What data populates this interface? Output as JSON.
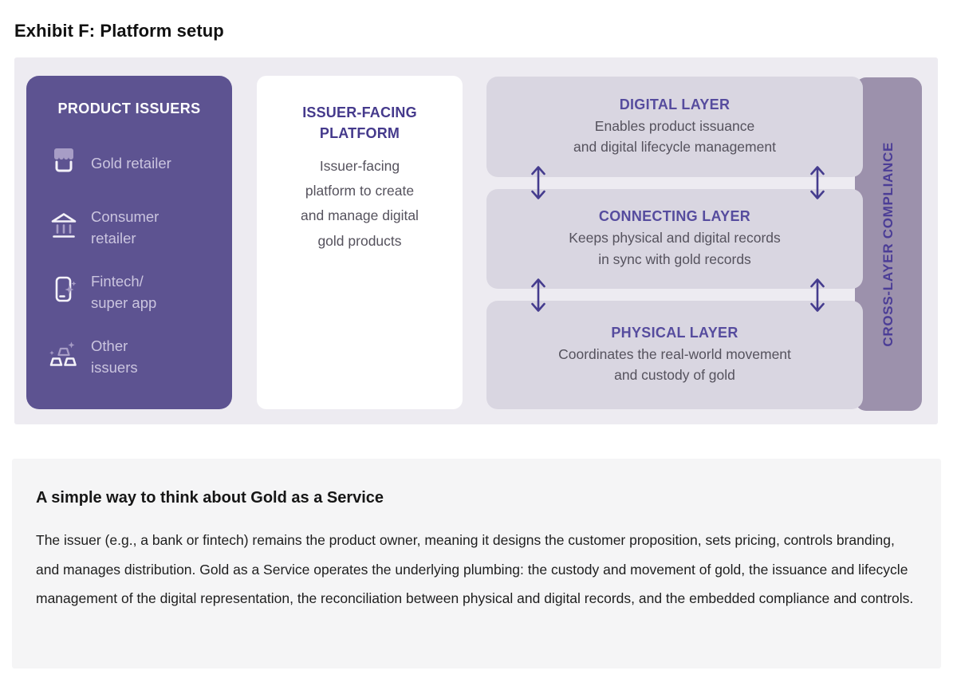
{
  "page": {
    "title": "Exhibit F: Platform setup"
  },
  "diagram": {
    "issuers": {
      "heading": "PRODUCT ISSUERS",
      "items": [
        {
          "icon": "storefront-icon",
          "label": "Gold retailer"
        },
        {
          "icon": "bank-icon",
          "label": "Consumer\nretailer"
        },
        {
          "icon": "phone-sparkle-icon",
          "label": "Fintech/\nsuper app"
        },
        {
          "icon": "gold-bars-icon",
          "label": "Other\nissuers"
        }
      ]
    },
    "platform": {
      "heading": "ISSUER-FACING PLATFORM",
      "body": "Issuer-facing\nplatform to create\nand manage digital\ngold products"
    },
    "layers": [
      {
        "heading": "DIGITAL LAYER",
        "body": "Enables product issuance\nand digital lifecycle management"
      },
      {
        "heading": "CONNECTING LAYER",
        "body": "Keeps physical and digital records\nin sync with gold records"
      },
      {
        "heading": "PHYSICAL LAYER",
        "body": "Coordinates the real-world movement\nand custody of gold"
      }
    ],
    "compliance": {
      "label": "CROSS-LAYER COMPLIANCE"
    }
  },
  "note": {
    "heading": "A simple way to think about Gold as a Service",
    "body": "The issuer (e.g., a bank or fintech) remains the product owner, meaning it designs the customer proposition, sets pricing, controls branding, and manages distribution. Gold as a Service operates the underlying plumbing: the custody and movement of gold, the issuance and lifecycle management of the digital representation, the reconciliation between physical and digital records, and the embedded compliance and controls."
  },
  "colors": {
    "issuers_box": "#5d5391",
    "layer_box": "#d9d6e1",
    "compliance_bar": "#9c91ac",
    "purple_heading": "#4b3d96",
    "diagram_bg": "#edebf1",
    "note_bg": "#f5f5f6",
    "arrow": "#453c8e",
    "icon_accent": "#a79dc6"
  }
}
